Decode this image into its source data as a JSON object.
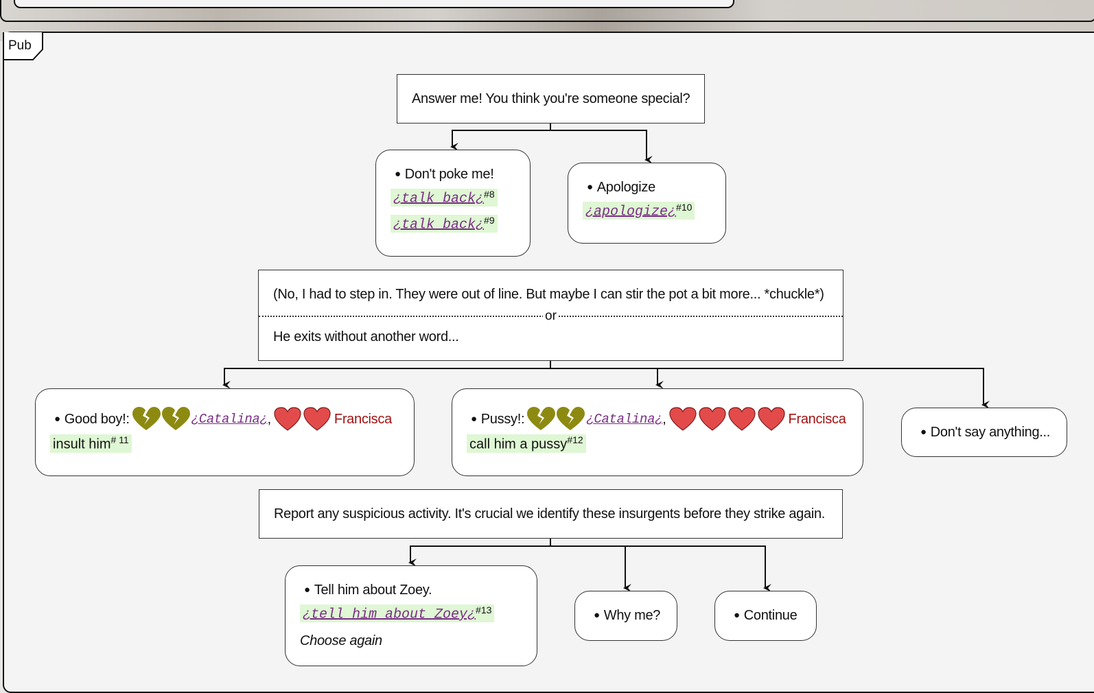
{
  "group": {
    "label": "Pub"
  },
  "nodes": {
    "q1": {
      "text": "Answer me! You think you're someone special?"
    },
    "c1": {
      "title": "Don't poke me!",
      "links": [
        {
          "text": "¿talk back¿",
          "ref": "#8"
        },
        {
          "text": "¿talk back¿",
          "ref": "#9"
        }
      ]
    },
    "c2": {
      "title": "Apologize",
      "links": [
        {
          "text": "¿apologize¿",
          "ref": "#10"
        }
      ]
    },
    "n1": {
      "line1": "(No, I had to step in. They were out of line. But maybe I can stir the pot a bit more... *chuckle*)",
      "or": "or",
      "line2": "He exits without another word..."
    },
    "c3": {
      "title": "Good boy!:",
      "catalina": "¿Catalina¿",
      "comma": ",",
      "francisca": "Francisca",
      "action": "insult him",
      "ref": "# 11"
    },
    "c4": {
      "title": "Pussy!:",
      "catalina": "¿Catalina¿",
      "comma": ",",
      "francisca": "Francisca",
      "action": "call him a pussy",
      "ref": "#12"
    },
    "c5": {
      "title": "Don't say anything..."
    },
    "n2": {
      "text": "Report any suspicious activity. It's crucial we identify these insurgents before they strike again."
    },
    "c6": {
      "title": "Tell him about Zoey.",
      "link": "¿tell him about Zoey¿",
      "ref": "#13",
      "note": "Choose again"
    },
    "c7": {
      "title": "Why me?"
    },
    "c8": {
      "title": "Continue"
    }
  },
  "colors": {
    "broken_heart": "#8d8a12",
    "heart": "#e34b4b",
    "link": "#7a2d86",
    "francisca": "#a11212",
    "highlight": "#dff7d4"
  }
}
